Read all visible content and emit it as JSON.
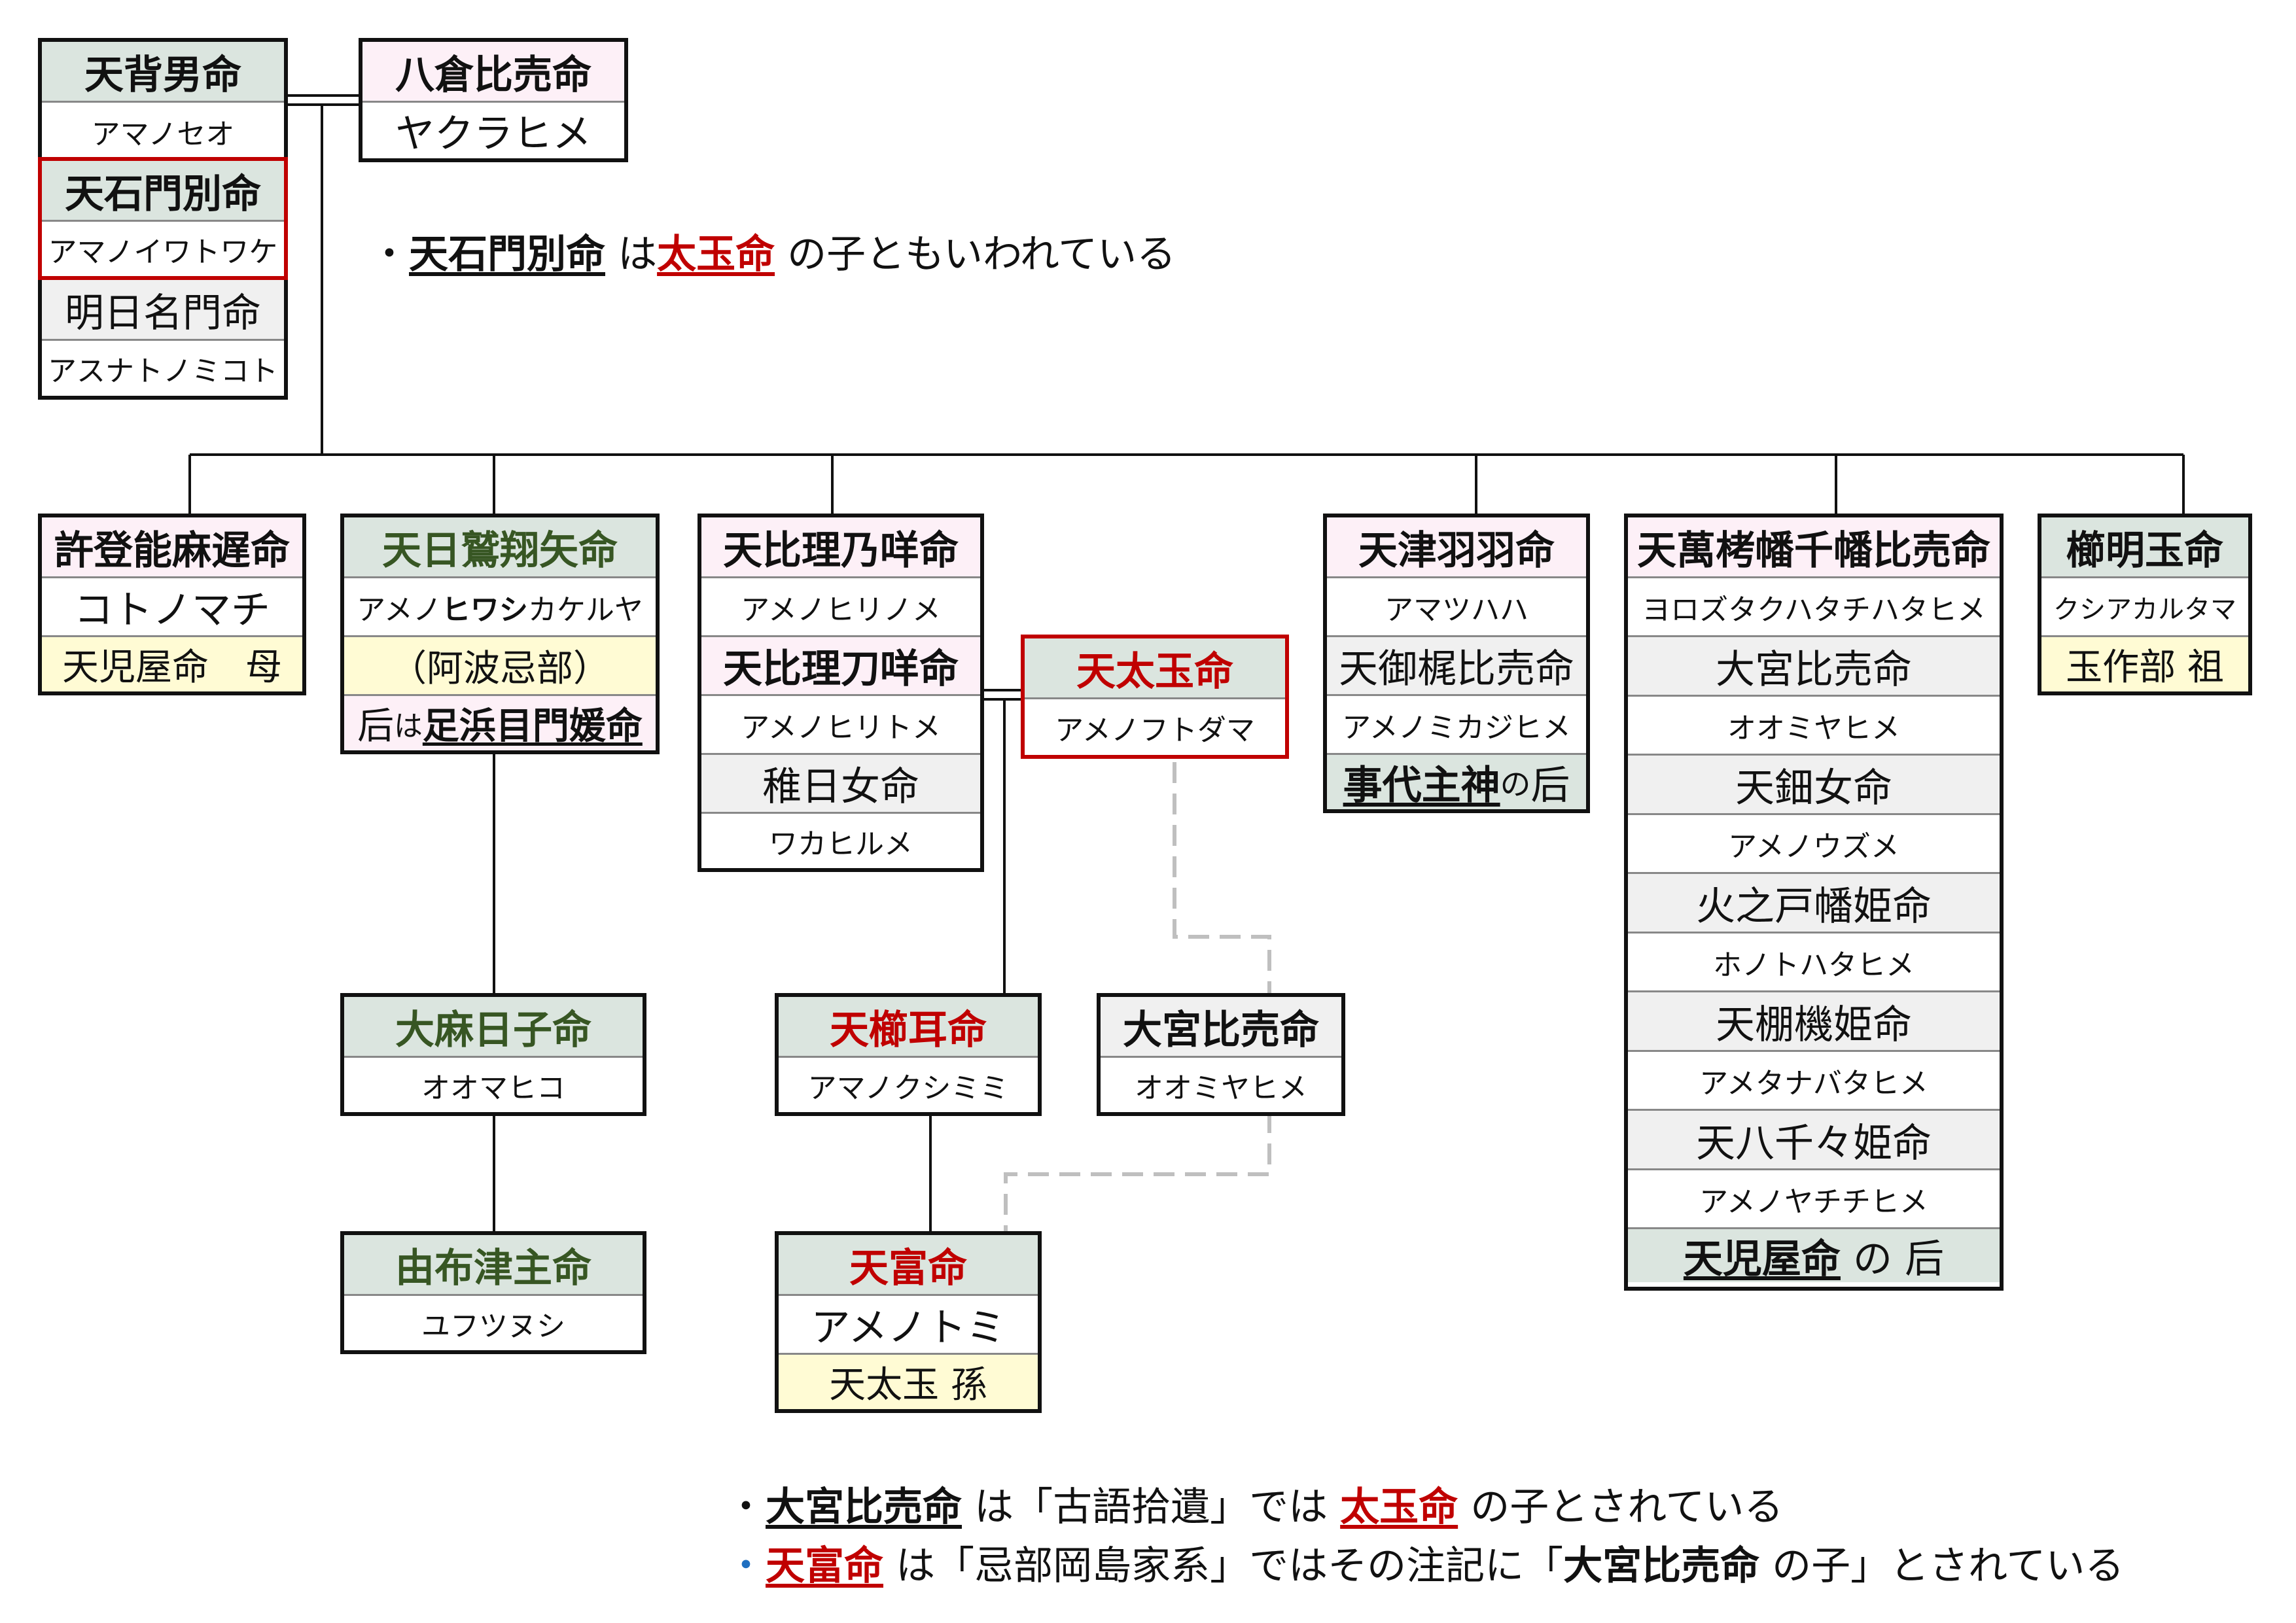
{
  "colors": {
    "green": "#375623",
    "red": "#c00000",
    "header_gray": "#dbe5df",
    "pink": "#fdf0f7",
    "yellow": "#fffbd4",
    "light": "#f0f0f0",
    "dash": "#bfbfbf"
  },
  "ancestors": {
    "amanoseo": {
      "name": "天背男命",
      "reading": "アマノセオ"
    },
    "amanoiwatowake": {
      "name": "天石門別命",
      "reading": "アマノイワトワケ"
    },
    "asunanomikoto": {
      "name": "明日名門命",
      "reading": "アスナトノミコト"
    },
    "yakurahime": {
      "name": "八倉比売命",
      "reading": "ヤクラヒメ"
    }
  },
  "note_top": {
    "bullet": "・",
    "subject": "天石門別命",
    "particle": "は",
    "parent": "太玉命",
    "rest": "の子ともいわれている"
  },
  "children": {
    "kotonomachi": {
      "name": "許登能麻遅命",
      "reading": "コトノマチ",
      "relation": "天児屋命　母"
    },
    "hiwashi": {
      "name": "天日鷲翔矢命",
      "reading_pre": "アメノ",
      "reading_bold": "ヒワシ",
      "reading_post": "カケルヤ",
      "clan": "（阿波忌部）",
      "wife_pre": "后",
      "wife_mid": "は",
      "wife_name": "足浜目門媛命"
    },
    "hirinome": {
      "name": "天比理乃咩命",
      "reading": "アメノヒリノメ"
    },
    "hiritome": {
      "name": "天比理刀咩命",
      "reading": "アメノヒリトメ"
    },
    "wakahirume": {
      "name": "稚日女命",
      "reading": "ワカヒルメ"
    },
    "futodama": {
      "name": "天太玉命",
      "reading": "アメノフトダマ"
    },
    "amatsuhaha": {
      "name": "天津羽羽命",
      "reading": "アマツハハ"
    },
    "mikajihime": {
      "name": "天御梶比売命",
      "reading": "アメノミカジヒメ"
    },
    "kotoshiro": {
      "name": "事代主神",
      "suffix_a": "の",
      "suffix_b": "后"
    },
    "yorozu": {
      "name": "天萬栲幡千幡比売命",
      "reading": "ヨロズタクハタチハタヒメ"
    },
    "omiyahime1": {
      "name": "大宮比売命",
      "reading": "オオミヤヒメ"
    },
    "uzume": {
      "name": "天鈿女命",
      "reading": "アメノウズメ"
    },
    "honotohata": {
      "name": "火之戸幡姫命",
      "reading": "ホノトハタヒメ"
    },
    "tanabata": {
      "name": "天棚機姫命",
      "reading": "アメタナバタヒメ"
    },
    "yachichi": {
      "name": "天八千々姫命",
      "reading": "アメノヤチチヒメ"
    },
    "koyane_wife": {
      "name": "天児屋命",
      "suffix_a": "の",
      "suffix_b": "后"
    },
    "kushiakaru": {
      "name": "櫛明玉命",
      "reading": "クシアカルタマ",
      "relation": "玉作部 祖"
    }
  },
  "grandchildren": {
    "omahiko": {
      "name": "大麻日子命",
      "reading": "オオマヒコ"
    },
    "yufutsu": {
      "name": "由布津主命",
      "reading": "ユフツヌシ"
    },
    "kushimimi": {
      "name": "天櫛耳命",
      "reading": "アマノクシミミ"
    },
    "omiyahime2": {
      "name": "大宮比売命",
      "reading": "オオミヤヒメ"
    },
    "tomi": {
      "name": "天富命",
      "reading": "アメノトミ",
      "relation": "天太玉 孫"
    }
  },
  "notes_bottom": [
    {
      "bullet": "・",
      "subject": "大宮比売命",
      "particle": "は「古語拾遺」では",
      "parent": "太玉命",
      "rest": "の子とされている"
    },
    {
      "bullet": "・",
      "subject": "天富命",
      "particle": "は「忌部岡島家系」ではその注記に「",
      "bold_quote": "大宮比売命",
      "rest": "の子」とされている"
    }
  ]
}
